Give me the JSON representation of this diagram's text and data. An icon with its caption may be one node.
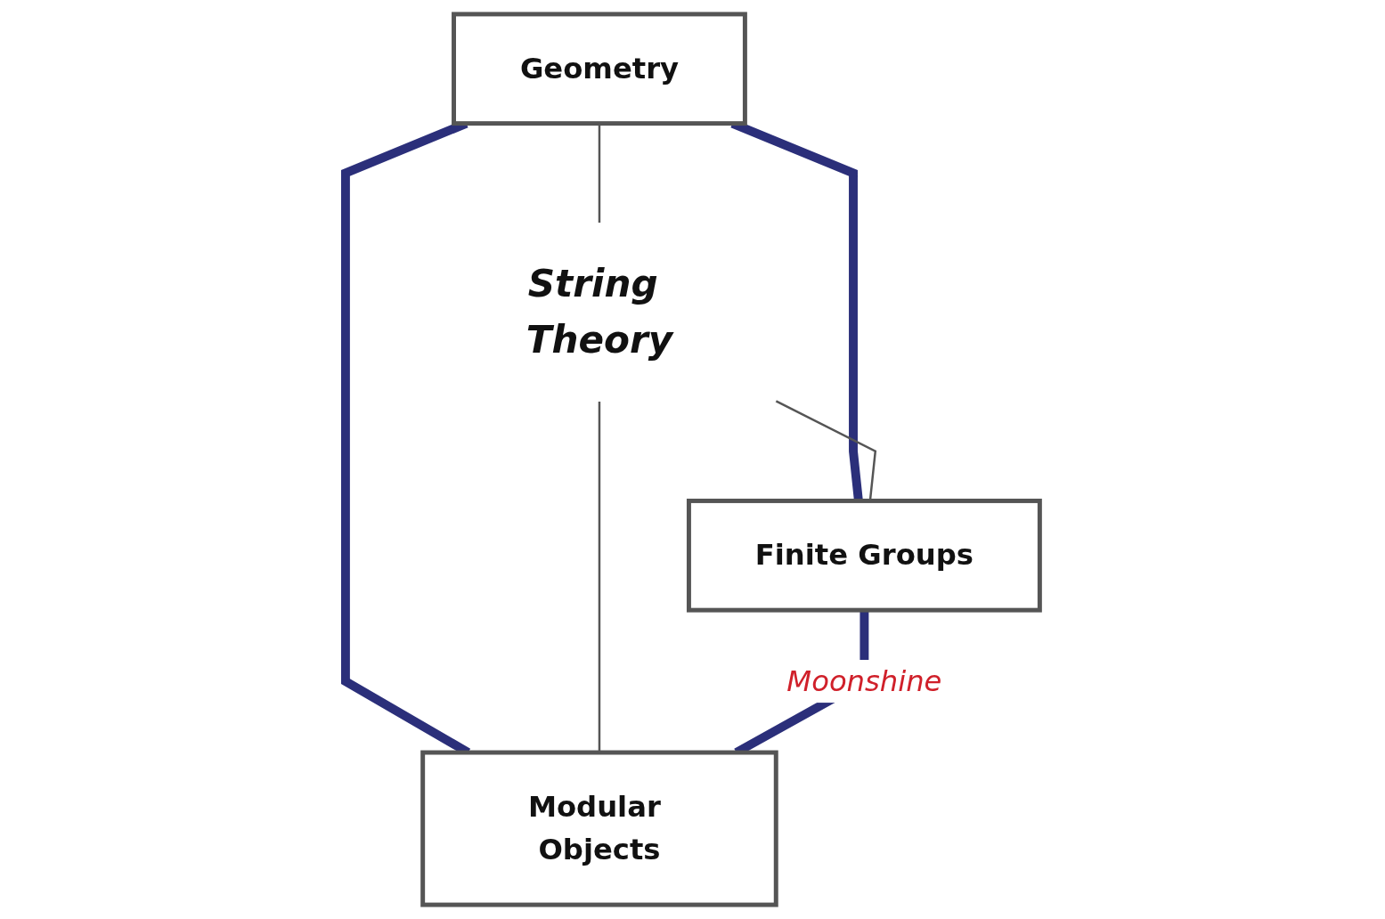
{
  "diagram": {
    "nodes": [
      {
        "text": [
          "Geometry"
        ]
      },
      {
        "text": [
          "String Theory"
        ]
      },
      {
        "text": [
          "Finite Groups"
        ]
      },
      {
        "text": [
          "Modular Objects"
        ]
      }
    ],
    "edges": [
      {
        "from": 0,
        "to": 2,
        "arrow": "none",
        "style": "thick",
        "color": "#2b2f7a"
      },
      {
        "from": 0,
        "to": 3,
        "arrow": "none",
        "style": "thick",
        "color": "#2b2f7a"
      },
      {
        "from": 0,
        "to": 1,
        "arrow": "none"
      },
      {
        "from": 1,
        "to": 2,
        "arrow": "none"
      },
      {
        "from": 1,
        "to": 3,
        "arrow": "none"
      },
      {
        "from": 2,
        "to": 3,
        "label": "Moonshine",
        "arrow": "none",
        "style": "thick",
        "color": "#2b2f7a"
      }
    ]
  }
}
